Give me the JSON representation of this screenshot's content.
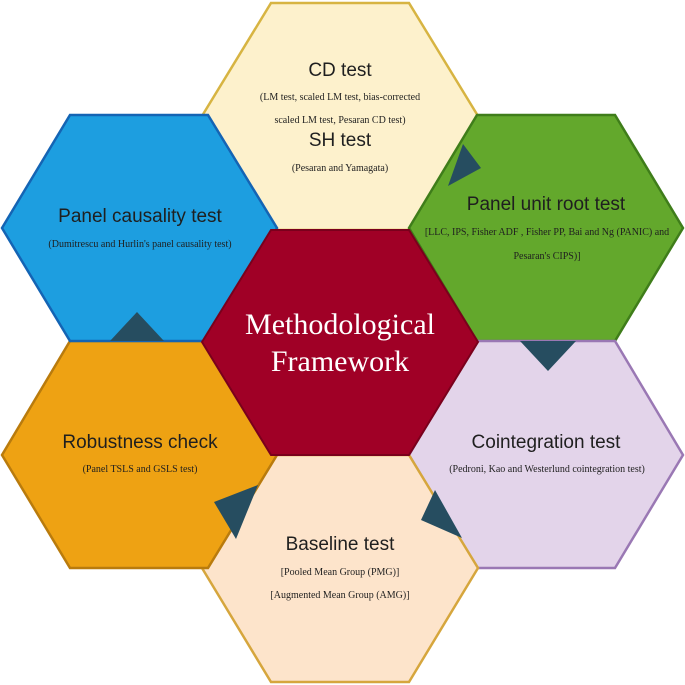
{
  "center": {
    "line1": "Methodological",
    "line2": "Framework",
    "color": "#a00026"
  },
  "hexagons": {
    "cd": {
      "title": "CD test",
      "detail_line1": "(LM test, scaled LM test, bias-corrected",
      "detail_line2": "scaled LM test, Pesaran CD test)",
      "title2": "SH test",
      "detail2": "(Pesaran and Yamagata)",
      "fill": "#fdf1cc",
      "stroke": "#d7b442"
    },
    "unit_root": {
      "title": "Panel unit root test",
      "detail_line1": "[LLC, IPS, Fisher ADF , Fisher PP, Bai and Ng (PANIC) and",
      "detail_line2": "Pesaran's CIPS)]",
      "fill": "#63a82c",
      "stroke": "#3f7d1a"
    },
    "cointegration": {
      "title": "Cointegration test",
      "detail": "(Pedroni, Kao and Westerlund cointegration test)",
      "fill": "#e3d4ea",
      "stroke": "#9a78b4"
    },
    "baseline": {
      "title": "Baseline test",
      "detail_line1": "[Pooled Mean Group (PMG)]",
      "detail_line2": "[Augmented Mean Group (AMG)]",
      "fill": "#fde4cb",
      "stroke": "#d6a63d"
    },
    "robustness": {
      "title": "Robustness check",
      "detail": "(Panel TSLS and GSLS test)",
      "fill": "#eea213",
      "stroke": "#b97b0d"
    },
    "causality": {
      "title": "Panel causality test",
      "detail": "(Dumitrescu and Hurlin's panel causality test)",
      "fill": "#1d9ee0",
      "stroke": "#1464b4"
    }
  },
  "arrow_color": "#264d60"
}
